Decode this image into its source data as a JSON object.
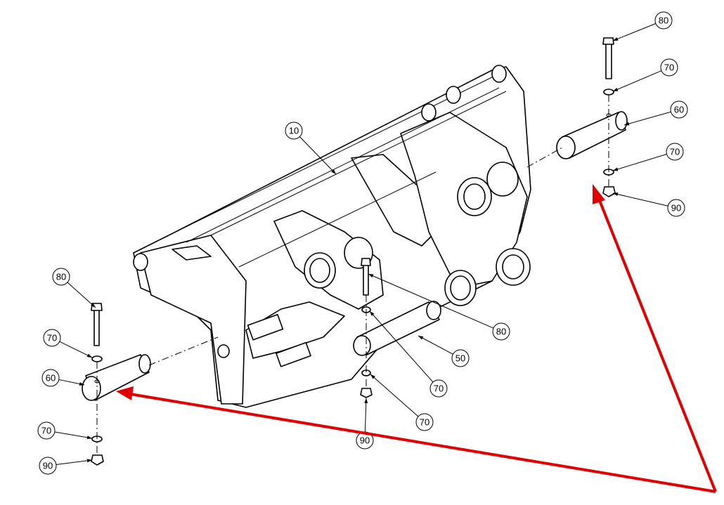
{
  "diagram": {
    "callouts": [
      {
        "id": "main-frame",
        "label": "10"
      },
      {
        "id": "bolt-right",
        "label": "80"
      },
      {
        "id": "washer-right-top",
        "label": "70"
      },
      {
        "id": "pin-right",
        "label": "60"
      },
      {
        "id": "washer-right-bottom",
        "label": "70"
      },
      {
        "id": "nut-right",
        "label": "90"
      },
      {
        "id": "bolt-left",
        "label": "80"
      },
      {
        "id": "washer-left-top",
        "label": "70"
      },
      {
        "id": "pin-left",
        "label": "60"
      },
      {
        "id": "washer-left-bottom",
        "label": "70"
      },
      {
        "id": "nut-left",
        "label": "90"
      },
      {
        "id": "bolt-center",
        "label": "80"
      },
      {
        "id": "pin-center",
        "label": "50"
      },
      {
        "id": "washer-center-top",
        "label": "70"
      },
      {
        "id": "washer-center-bottom",
        "label": "70"
      },
      {
        "id": "nut-center",
        "label": "90"
      }
    ],
    "highlight_color": "#e00000"
  }
}
